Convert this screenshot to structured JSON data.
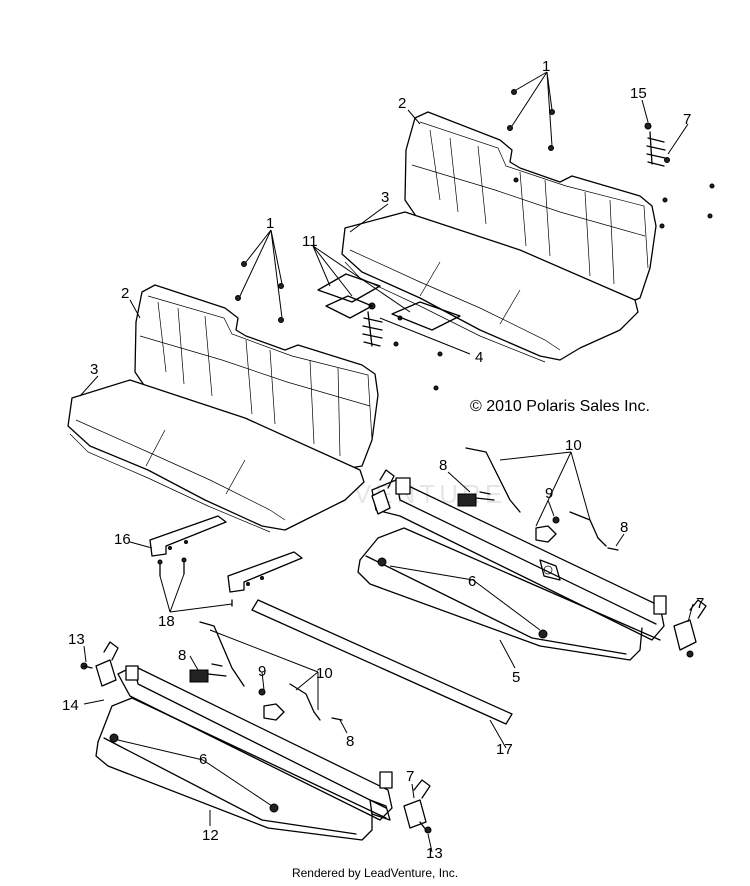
{
  "copyright": "© 2010 Polaris Sales Inc.",
  "footer": "Rendered by LeadVenture, Inc.",
  "watermark": "LEADVENTURE",
  "callouts": [
    "1",
    "1",
    "2",
    "2",
    "3",
    "3",
    "4",
    "5",
    "6",
    "6",
    "7",
    "7",
    "7",
    "8",
    "8",
    "8",
    "8",
    "9",
    "9",
    "10",
    "10",
    "11",
    "12",
    "13",
    "13",
    "14",
    "15",
    "16",
    "17",
    "18"
  ]
}
